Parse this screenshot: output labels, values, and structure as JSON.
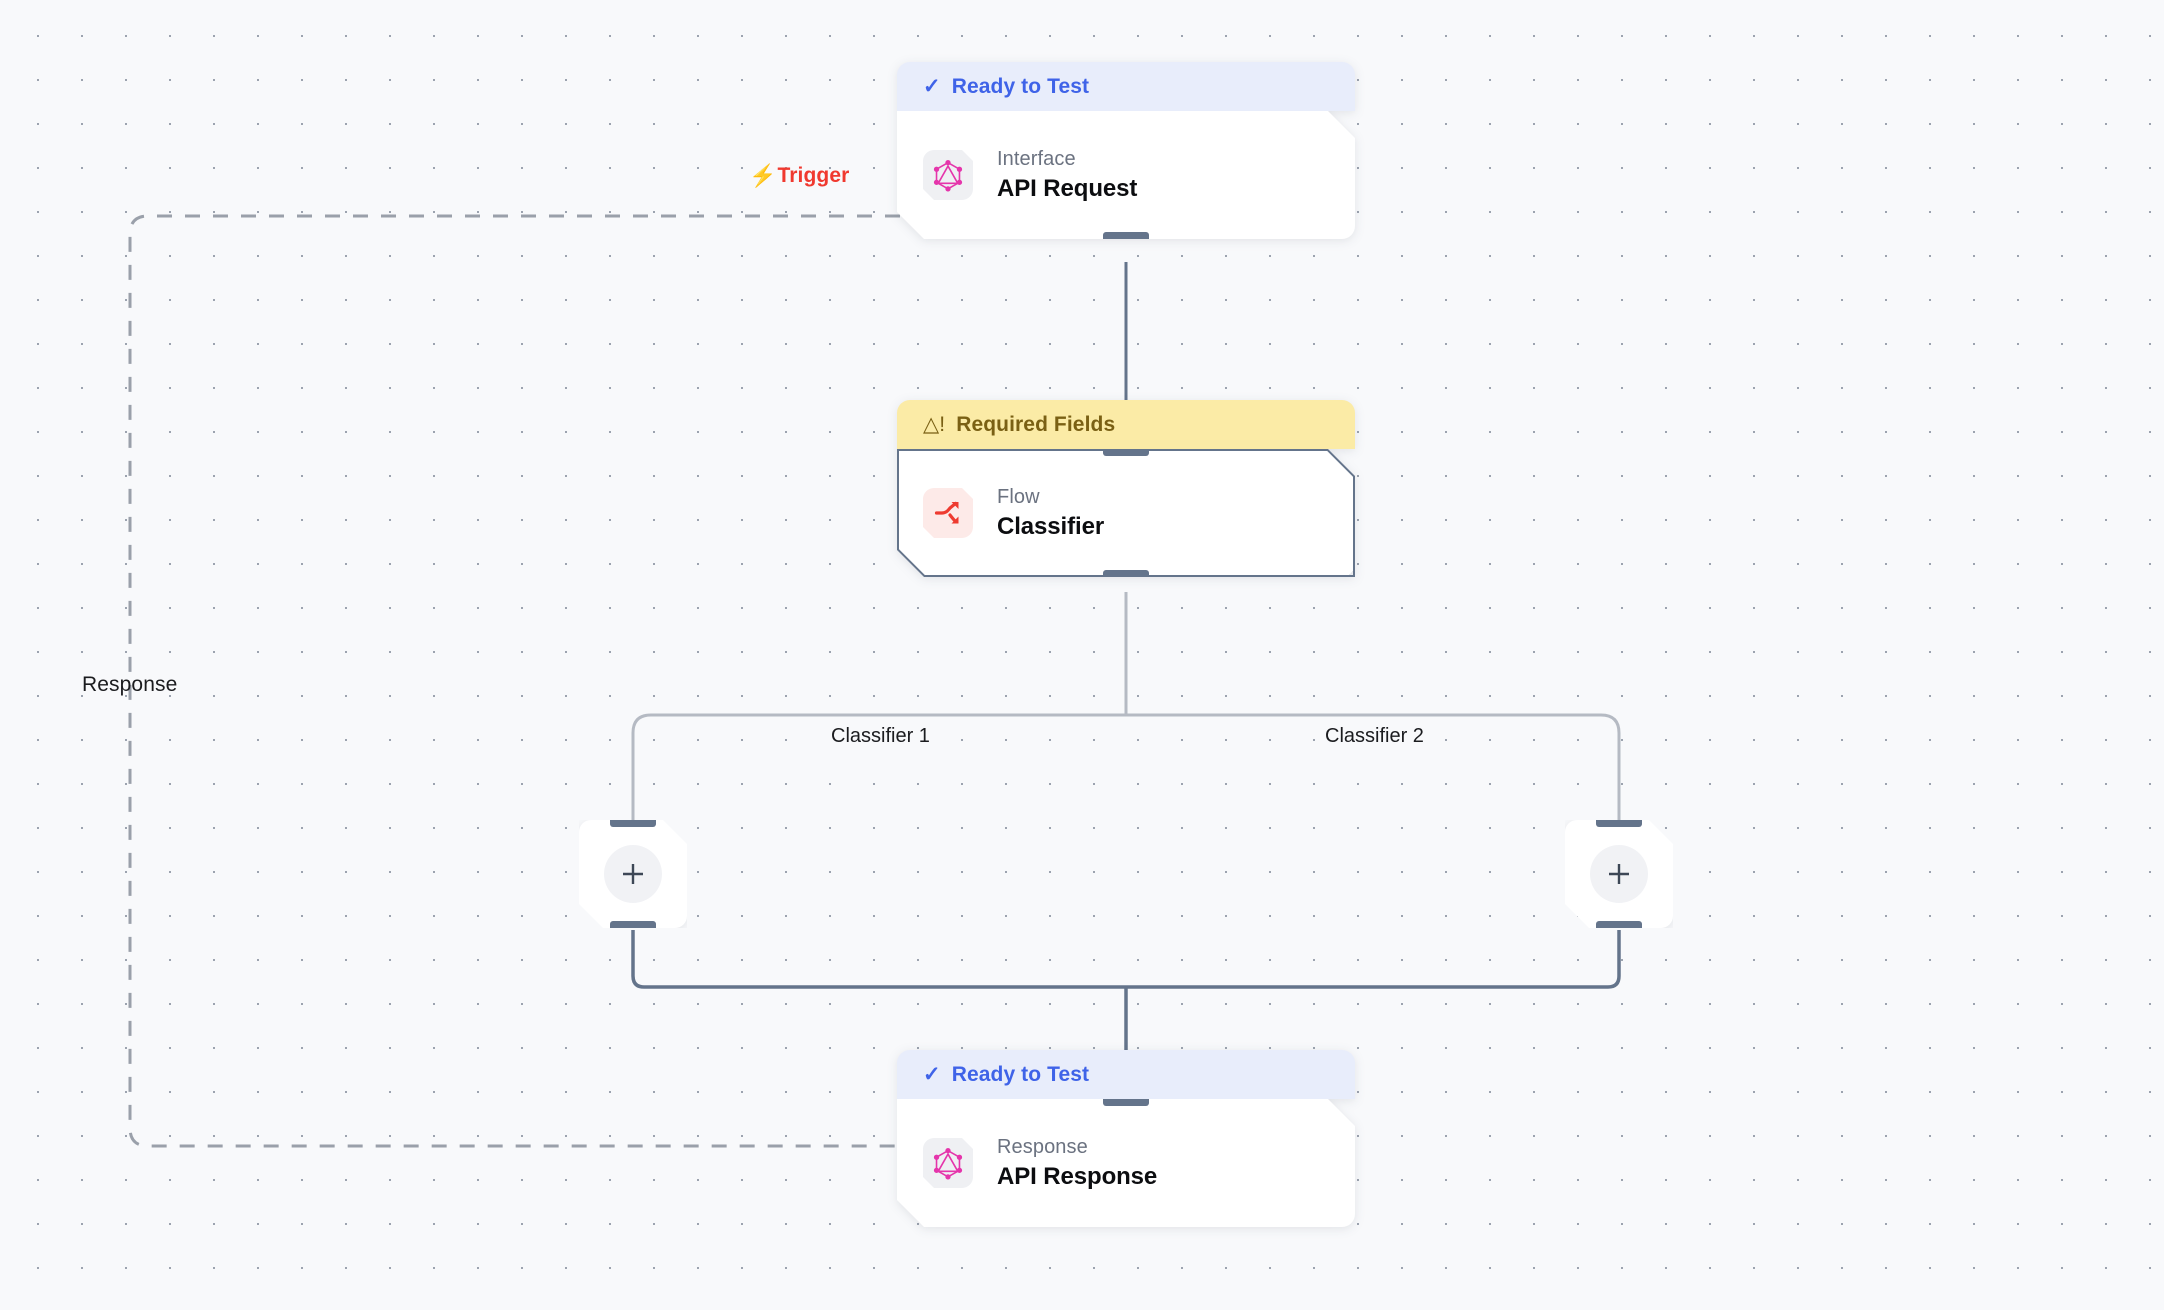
{
  "canvas": {
    "background_color": "#f8f9fb",
    "grid": "dot-grid"
  },
  "labels": {
    "trigger": "Trigger",
    "trigger_icon": "lightning-bolt-icon",
    "trigger_color": "#f0392f",
    "response": "Response"
  },
  "branches": [
    {
      "label": "Classifier 1"
    },
    {
      "label": "Classifier 2"
    }
  ],
  "nodes": [
    {
      "id": "api-request",
      "status": "Ready to Test",
      "status_type": "ok",
      "status_icon": "check-icon",
      "status_color": "#3f63e8",
      "kind": "Interface",
      "title": "API Request",
      "icon": "graphql-icon",
      "icon_color": "#e535ab"
    },
    {
      "id": "classifier",
      "status": "Required Fields",
      "status_type": "warning",
      "status_icon": "warning-triangle-icon",
      "status_color": "#7a6014",
      "kind": "Flow",
      "title": "Classifier",
      "icon": "split-arrows-icon",
      "icon_color": "#ee3b30",
      "selected": true
    },
    {
      "id": "api-response",
      "status": "Ready to Test",
      "status_type": "ok",
      "status_icon": "check-icon",
      "status_color": "#3f63e8",
      "kind": "Response",
      "title": "API Response",
      "icon": "graphql-icon",
      "icon_color": "#e535ab"
    }
  ],
  "add_nodes": [
    {
      "id": "add-step-branch-1",
      "icon": "plus-icon"
    },
    {
      "id": "add-step-branch-2",
      "icon": "plus-icon"
    }
  ],
  "edge_colors": {
    "solid_primary": "#64748b",
    "branch_split": "#b5bac3",
    "dashed_loop": "#9aa0aa"
  }
}
